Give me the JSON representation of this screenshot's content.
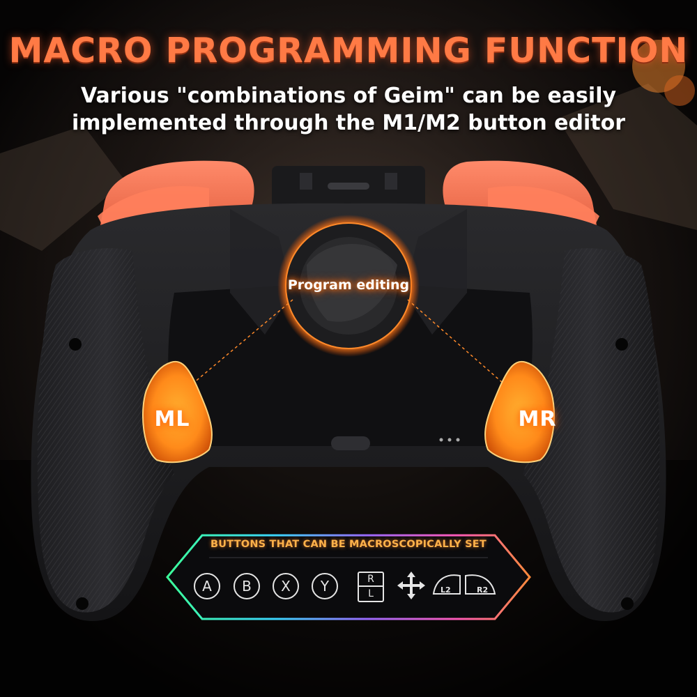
{
  "headline": "MACRO PROGRAMMING FUNCTION",
  "subline": {
    "line1": "Various \"combinations of Geim\" can be easily",
    "line2": "implemented through the M1/M2 button editor"
  },
  "callouts": {
    "program": "Program editing",
    "left": "ML",
    "right": "MR"
  },
  "panel": {
    "title": "BUTTONS THAT CAN BE MACROSCOPICALLY SET",
    "buttons": {
      "a": "A",
      "b": "B",
      "x": "X",
      "y": "Y",
      "r": "R",
      "l": "L",
      "l2": "L2",
      "r2": "R2"
    }
  },
  "colors": {
    "accent": "#ff7a45",
    "glow": "#ff6a00",
    "shell": "#1b1b1d",
    "bumper": "#f26a4a"
  },
  "icons": [
    "dpad-icon",
    "l2-trigger-icon",
    "r2-trigger-icon"
  ]
}
